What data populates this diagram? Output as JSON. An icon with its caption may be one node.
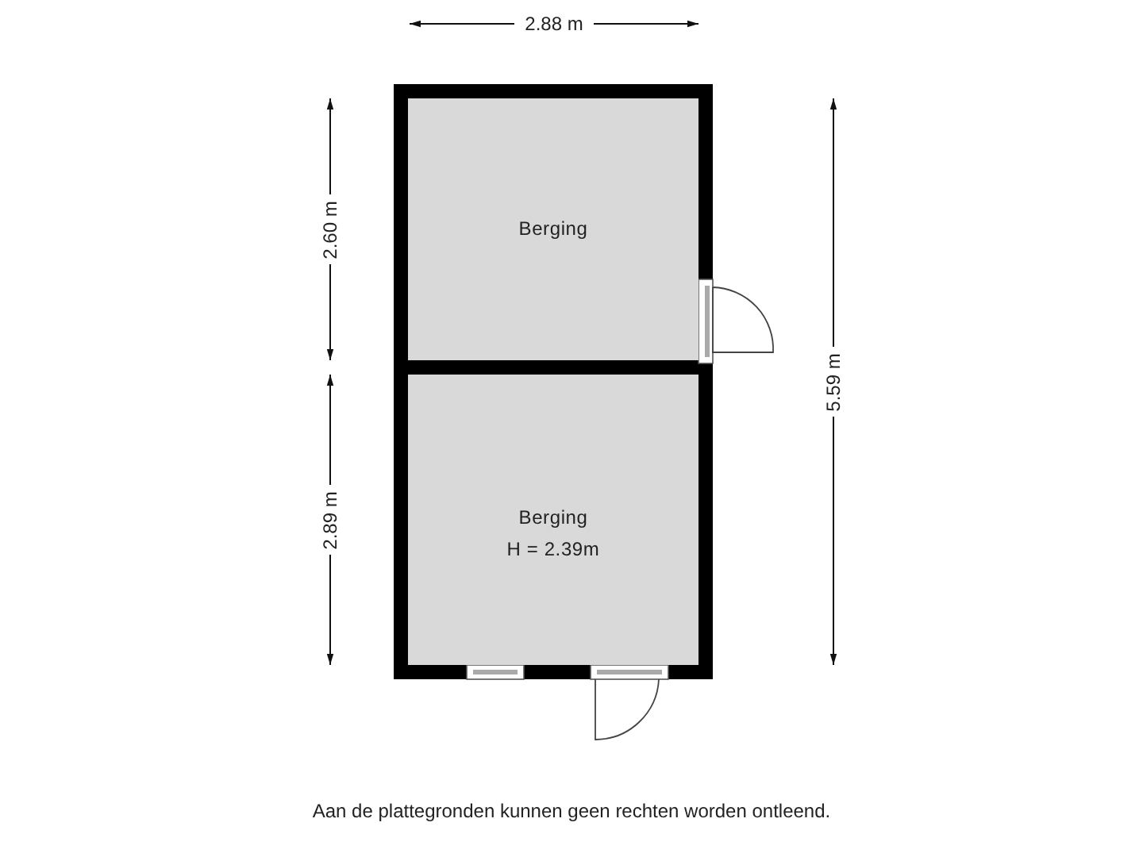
{
  "diagram": {
    "caption": "Aan de plattegronden kunnen geen rechten worden ontleend.",
    "nodes": [
      {
        "text": [
          "Berging"
        ]
      },
      {
        "text": [
          "Berging",
          "H = 2.39m"
        ]
      }
    ],
    "labels": [
      "2.88 m",
      "2.60 m",
      "2.89 m",
      "5.59 m"
    ]
  }
}
